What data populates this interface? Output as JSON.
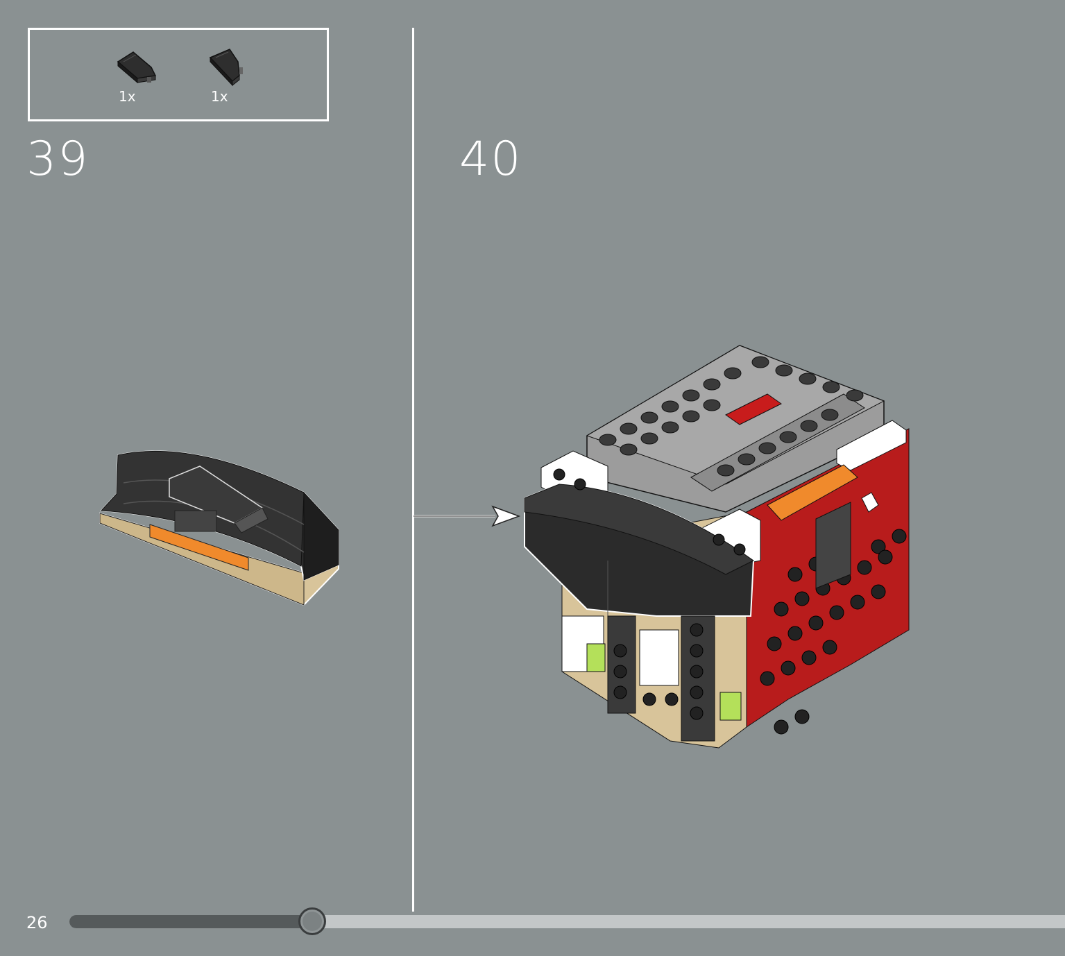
{
  "parts_list": {
    "items": [
      {
        "qty": "1x",
        "icon": "wedge-plate-left-icon",
        "color": "#2b2b2b"
      },
      {
        "qty": "1x",
        "icon": "wedge-plate-right-icon",
        "color": "#2b2b2b"
      }
    ]
  },
  "steps": [
    {
      "number": "39"
    },
    {
      "number": "40"
    }
  ],
  "footer": {
    "page_number": "26",
    "progress": 0.243
  },
  "colors": {
    "background": "#8a9192",
    "divider": "#ffffff",
    "progress_track": "#c3c7c8",
    "progress_fill": "#555a5b"
  }
}
